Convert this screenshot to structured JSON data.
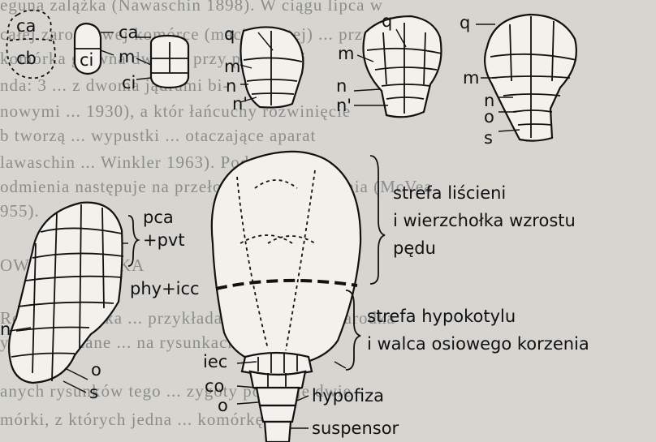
{
  "background_lines": [
    "eguna zalążka (Nawaschin 1898). W ciągu lipca w",
    "całej zarodkowej komórce (macierzystej) ... przez",
    "komórka główna dwie ... przy podłużnej",
    "nda: 3 ... z dwoma jądrami bi-",
    "nowymi ... 1930), a któr łańcuchy rozwinięcie",
    "b tworzą ... wypustki ... otaczające aparat",
    "lawaschin ... Winkler 1963). Podwójne z-",
    "odmienia następuje na przełomie lipca i sierpnia (McVea",
    "955).",
    "",
    "OWÓJ ZARODKA",
    "Rozwój zarodka ... przykładach ... glutin ... zarodka",
    "y, ... wskazane ... na rysunkach",
    "anych rysunków tego ... zygoty powstaje dwie",
    "mórki, z których jedna ... komórkę"
  ],
  "labels": {
    "ca_left": "ca",
    "cb_left": "cb",
    "ci_1": "ci",
    "ca_1": "ca",
    "m_1": "m",
    "ci_2": "ci",
    "q_3": "q",
    "m_3": "m",
    "n_3": "n",
    "n_prime_3": "n'",
    "q_4": "q",
    "m_4": "m",
    "n_4": "n",
    "n_prime_4": "n'",
    "q_5": "q",
    "m_5": "m",
    "n_5": "n",
    "o_5": "o",
    "s_5": "s",
    "pca": "pca",
    "pvt": "+pvt",
    "phy_icc": "phy+icc",
    "n_big": "n",
    "o_big": "o",
    "s_big": "s",
    "iec": "iec",
    "co": "co",
    "o_bottom": "o",
    "hypofiza": "hypofiza",
    "suspensor": "suspensor",
    "zone_cotyledon_1": "strefa liścieni",
    "zone_cotyledon_2": "i wierzchołka wzrostu",
    "zone_cotyledon_3": "pędu",
    "zone_hypocotyl_1": "strefa hypokotylu",
    "zone_hypocotyl_2": "i walca osiowego korzenia"
  }
}
